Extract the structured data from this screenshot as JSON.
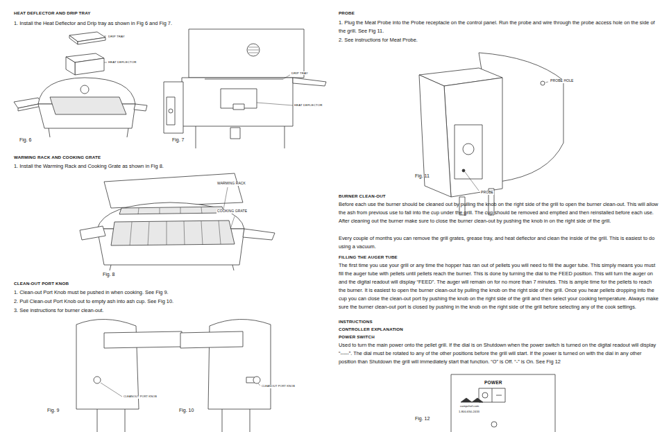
{
  "diagram": {
    "labels": [
      "HEAT DEFLECTOR AND DRIP TRAY",
      "1. Install the Heat Deflector and Drip tray as shown in Fig 6 and Fig 7.",
      "DRIP TRAY",
      "HEAT DEFLECTOR",
      "Fig. 6",
      "DRIP TRAY",
      "HEAT DEFLECTOR",
      "Fig. 7",
      "WARMING RACK AND COOKING GRATE",
      "1. Install the Warming Rack and Cooking Grate as shown in Fig 8.",
      "WARMING RACK",
      "COOKING GRATE",
      "Fig. 8",
      "CLEAN-OUT PORT KNOB",
      "1. Clean-out Port Knob must be pushed in when cooking. See Fig 9.",
      "2. Pull Clean-out Port Knob out to empty ash into ash cup. See Fig 10.",
      "3. See instructions for burner clean-out.",
      "CLEANOUT PORT KNOB",
      "Fig. 9",
      "CLEANOUT PORT KNOB",
      "Fig. 10",
      "PROBE",
      "1. Plug the Meat Probe into the Probe receptacle on the control panel. Run the probe and wire through the probe access hole on the side of the grill. See Fig 11.",
      "2. See instructions for Meat Probe.",
      "PROBE HOLE",
      "Fig. 11",
      "PROBE",
      "BURNER CLEAN-OUT",
      "Before each use the burner should be cleaned out by pulling the knob on the right side of the grill to open the burner clean-out. This will allow the ash from previous use to fall into the cup under the grill. The cup should be removed and emptied and then reinstalled before each use. After cleaning out the burner make sure to close the burner clean-out by pushing the knob in on the right side of the grill.",
      "Every couple of months you can remove the grill grates, grease tray, and heat deflector and clean the inside of the grill. This is easiest to do using a vacuum.",
      "FILLING THE AUGER TUBE",
      "The first time you use your grill or any time the hopper has ran out of pellets you will need to fill the auger tube. This simply means you must fill the auger tube with pellets until pellets reach the burner. This is done by turning the dial to the FEED position. This will turn the auger on and the digital readout will display “FEED”. The auger will remain on for no more than 7 minutes. This is ample time for the pellets to reach the burner. It is easiest to open the burner clean-out by pulling the knob on the right side of the grill. Once you hear pellets dropping into the cup you can close the clean-out port by pushing the knob on the right side of the grill and then select your cooking temperature. Always make sure the burner clean-out port is closed by pushing in the knob on the right side of the grill before selecting any of the cook settings.",
      "INSTRUCTIONS",
      "CONTROLLER EXPLANATION",
      "POWER SWITCH",
      "Used to turn the main power onto the pellet grill. If the dial is on Shutdown when the power switch is turned on the digital readout will display “-----”. The dial must be rotated to any of the other positions before the grill will start. If the power is turned on with the dial in any other position than Shutdown the grill will immediately start that function. “O” is Off. “-” is On. See Fig 12",
      "POWER",
      "campchef.com",
      "1-800-650-2433",
      "Fig. 12"
    ]
  }
}
